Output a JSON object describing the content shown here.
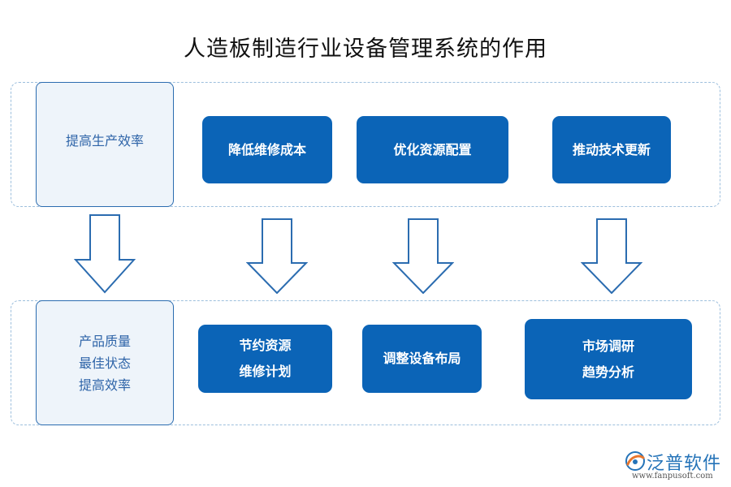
{
  "title": "人造板制造行业设备管理系统的作用",
  "top_row": {
    "side_label": "提高生产效率",
    "nodes": [
      {
        "label": "降低维修成本"
      },
      {
        "label": "优化资源配置"
      },
      {
        "label": "推动技术更新"
      }
    ]
  },
  "bottom_row": {
    "side_lines": [
      "产品质量",
      "最佳状态",
      "提高效率"
    ],
    "nodes": [
      {
        "lines": [
          "节约资源",
          "维修计划"
        ]
      },
      {
        "lines": [
          "调整设备布局"
        ]
      },
      {
        "lines": [
          "市场调研",
          "趋势分析"
        ]
      }
    ]
  },
  "watermark": {
    "name": "泛普软件",
    "url": "www.fanpusoft.com"
  },
  "colors": {
    "node_fill": "#0b64b7",
    "side_fill": "#eef4fa",
    "side_text": "#2e64a8",
    "band_border": "#9dbfdd",
    "arrow_stroke": "#2b6cb0"
  }
}
